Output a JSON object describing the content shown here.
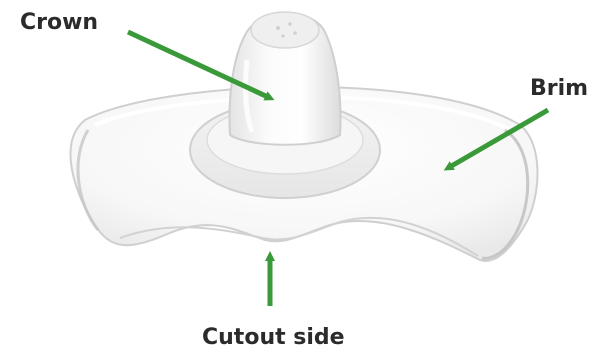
{
  "labels": {
    "crown": "Crown",
    "brim": "Brim",
    "cutout": "Cutout side"
  },
  "colors": {
    "arrow": "#3a9a3a",
    "shield_edge": "#c9c9c9",
    "label_text": "#2b2b2b"
  }
}
